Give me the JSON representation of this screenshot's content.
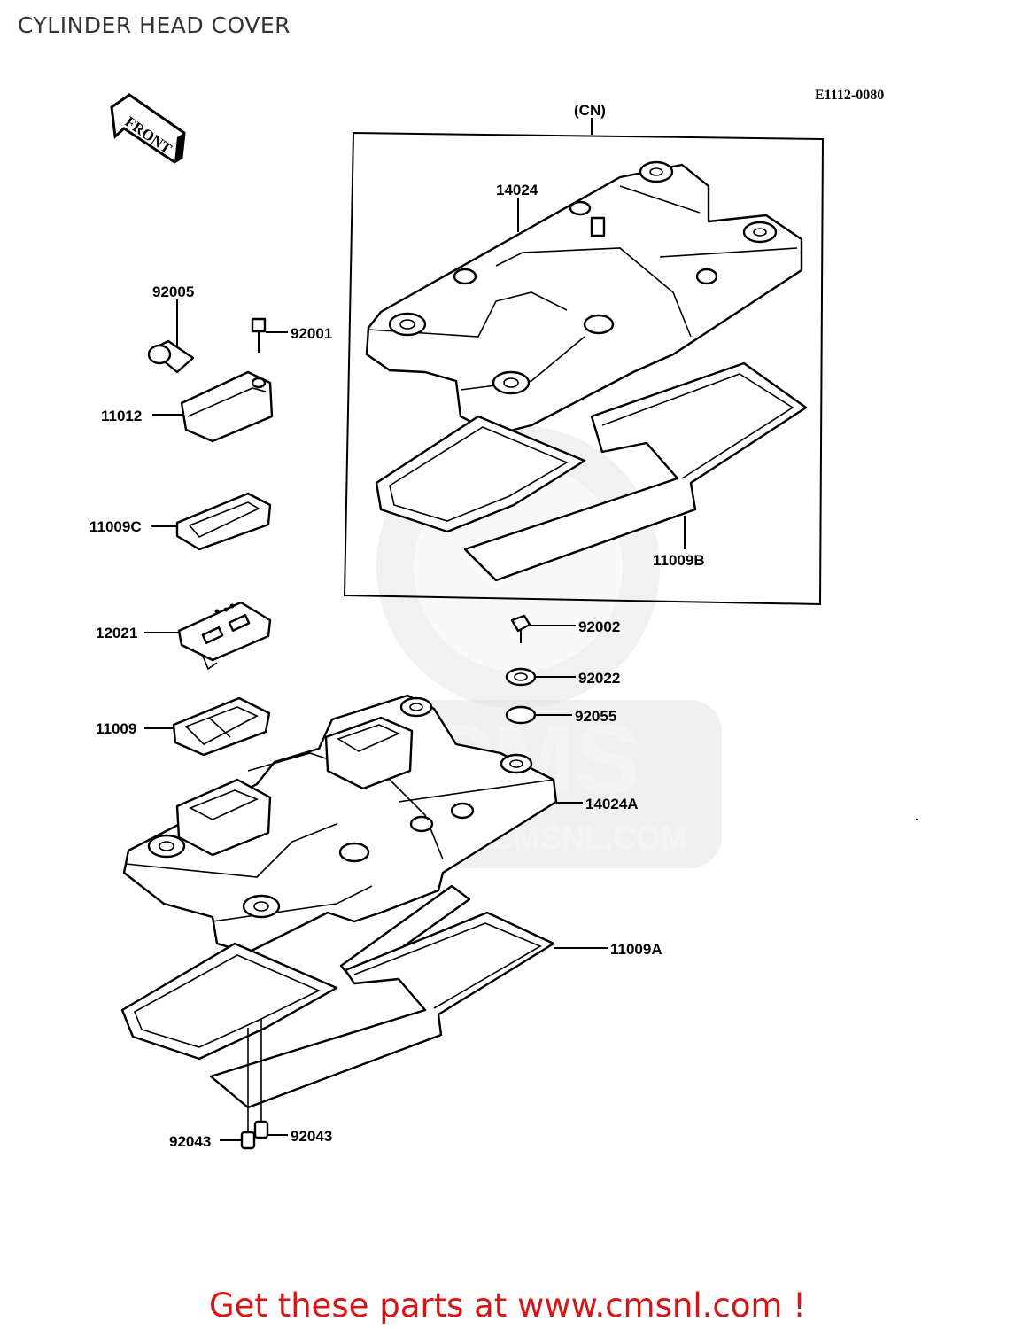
{
  "header": {
    "title": "CYLINDER HEAD COVER"
  },
  "diagram": {
    "code": "E1112-0080",
    "front_label": "FRONT",
    "group_label": "(CN)",
    "watermark_main": "CMS",
    "watermark_url": "WWW.CMSNL.COM",
    "parts": [
      "14024",
      "92005",
      "92001",
      "11012",
      "11009C",
      "11009B",
      "12021",
      "92002",
      "92022",
      "11009",
      "92055",
      "14024A",
      "11009A",
      "92043",
      "92043"
    ]
  },
  "footer": {
    "text": "Get these parts at www.cmsnl.com !",
    "color": "#d81414"
  }
}
